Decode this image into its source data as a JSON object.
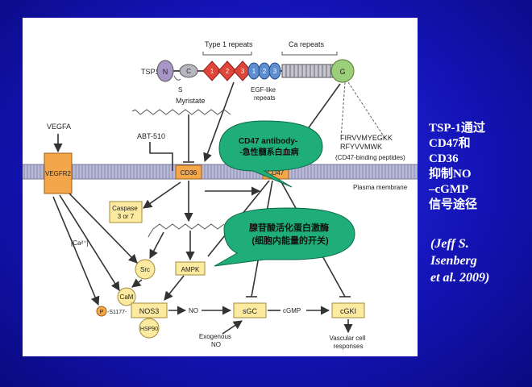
{
  "diagram": {
    "labels": {
      "type1_repeats": "Type 1 repeats",
      "ca_repeats": "Ca repeats",
      "tsp1": "TSP1",
      "n_domain": "N",
      "c_domain": "C",
      "s_mark": "S",
      "repeat1": "1",
      "repeat2": "2",
      "repeat3": "3",
      "egf1": "1",
      "egf2": "2",
      "egf3": "3",
      "g_domain": "G",
      "egf_like_line1": "EGF-like",
      "egf_like_line2": "repeats",
      "myristate": "Myristate",
      "abt510": "ABT-510",
      "vegfa": "VEGFA",
      "vegfr2": "VEGFR2",
      "cd36": "CD36",
      "cd47": "CD47",
      "peptide1": "FIRVVMYEGKK",
      "peptide2": "RFYVVMWK",
      "peptide_note": "(CD47-binding peptides)",
      "plasma_membrane": "Plasma membrane",
      "one_mark": "1",
      "caspase_line1": "Caspase",
      "caspase_line2": "3 or 7",
      "ca2": "[Ca²⁺]",
      "src": "Src",
      "ampk": "AMPK",
      "cam": "CaM",
      "p_mark": "P",
      "s1177": "-S1177-",
      "nos3": "NOS3",
      "hsp90": "HSP90",
      "no": "NO",
      "sgc": "sGC",
      "cgmp": "cGMP",
      "cgki": "cGKI",
      "exogenous_line1": "Exogenous",
      "exogenous_line2": "NO",
      "vascular_line1": "Vascular cell",
      "vascular_line2": "responses"
    },
    "callouts": {
      "cd47_antibody_line1": "CD47 antibody-",
      "cd47_antibody_line2": "-急性髓系白血病",
      "ampk_line1": "腺苷酸活化蛋白激酶",
      "ampk_line2": "(细胞内能量的开关)"
    },
    "colors": {
      "background": "#1a1ac8",
      "callout_fill": "#1fae7a",
      "box_fill": "#f3a64a",
      "yellow_box": "#fbeaa0",
      "diamond_red": "#e0453a",
      "egf_blue": "#5d8fd0",
      "n_purple": "#a996c8",
      "g_green": "#9ccf7a",
      "membrane": "#b8b8d6"
    }
  },
  "side_text": {
    "line1": "TSP-1通过",
    "line2": "CD47和",
    "line3": "CD36",
    "line4": "抑制NO",
    "line5": "–cGMP",
    "line6": "信号途径"
  },
  "citation": {
    "line1": "(Jeff S.",
    "line2": "Isenberg",
    "line3": "et al. 2009)"
  }
}
